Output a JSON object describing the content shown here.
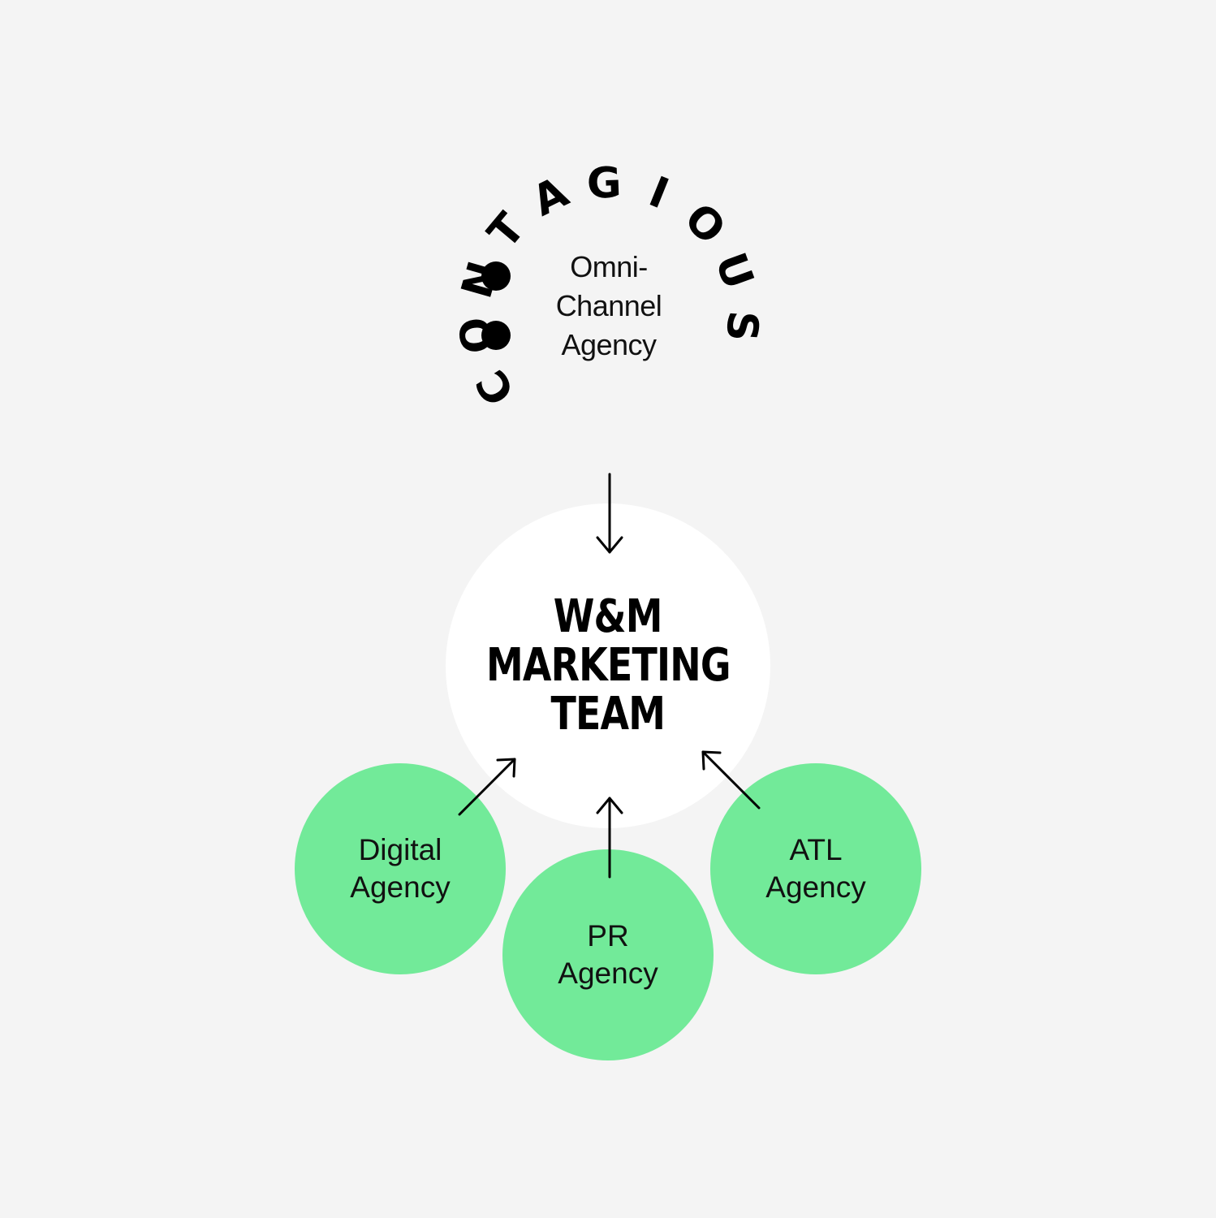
{
  "logo": {
    "letters": [
      "C",
      "O",
      "N",
      "T",
      "A",
      "G",
      "I",
      "O",
      "U",
      "S"
    ],
    "inner_lines": [
      "Omni-",
      "Channel",
      "Agency"
    ]
  },
  "center": {
    "lines": [
      "W&M",
      "MARKETING",
      "TEAM"
    ]
  },
  "agencies": [
    {
      "line1": "Digital",
      "line2": "Agency"
    },
    {
      "line1": "PR",
      "line2": "Agency"
    },
    {
      "line1": "ATL",
      "line2": "Agency"
    }
  ],
  "colors": {
    "background": "#f4f4f4",
    "center_circle": "#ffffff",
    "agency_circle": "#72ea99",
    "ink": "#000000"
  }
}
